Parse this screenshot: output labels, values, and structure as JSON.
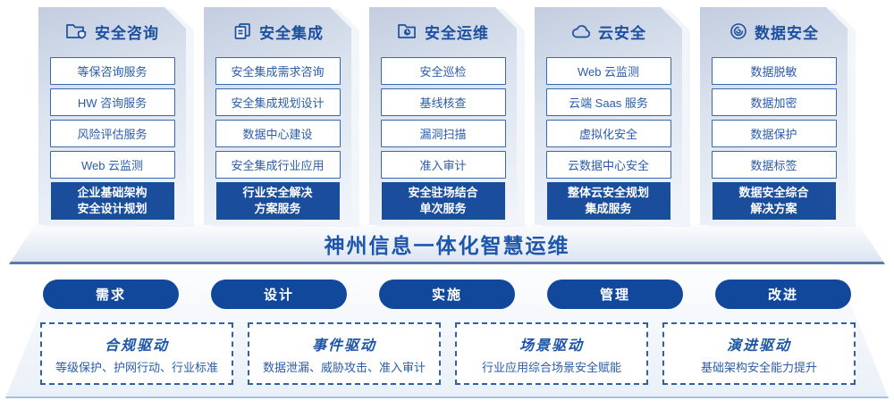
{
  "brand": {
    "accent_dark_blue": "#1a4e9d",
    "pill_blue": "#11489b",
    "border_blue": "#3767ae",
    "text_blue": "#2b5ca8",
    "title_blue": "#1d4f9f"
  },
  "columns": [
    {
      "title": "安全咨询",
      "icon": "folder-shield-icon",
      "items": [
        "等保咨询服务",
        "HW 咨询服务",
        "风险评估服务",
        "Web 云监测"
      ],
      "highlight": [
        "企业基础架构",
        "安全设计规划"
      ]
    },
    {
      "title": "安全集成",
      "icon": "documents-icon",
      "items": [
        "安全集成需求咨询",
        "安全集成规划设计",
        "数据中心建设",
        "安全集成行业应用"
      ],
      "highlight": [
        "行业安全解决",
        "方案服务"
      ]
    },
    {
      "title": "安全运维",
      "icon": "folder-clock-icon",
      "items": [
        "安全巡检",
        "基线核查",
        "漏洞扫描",
        "准入审计"
      ],
      "highlight": [
        "安全驻场结合",
        "单次服务"
      ]
    },
    {
      "title": "云安全",
      "icon": "cloud-icon",
      "items": [
        "Web 云监测",
        "云端 Saas 服务",
        "虚拟化安全",
        "云数据中心安全"
      ],
      "highlight": [
        "整体云安全规划",
        "集成服务"
      ]
    },
    {
      "title": "数据安全",
      "icon": "fingerprint-icon",
      "items": [
        "数据脱敏",
        "数据加密",
        "数据保护",
        "数据标签"
      ],
      "highlight": [
        "数据安全综合",
        "解决方案"
      ]
    }
  ],
  "banner": {
    "title": "神州信息一体化智慧运维"
  },
  "process": {
    "steps": [
      "需求",
      "设计",
      "实施",
      "管理",
      "改进"
    ]
  },
  "drivers": [
    {
      "title": "合规驱动",
      "desc": "等级保护、护网行动、行业标准"
    },
    {
      "title": "事件驱动",
      "desc": "数据泄漏、威胁攻击、准入审计"
    },
    {
      "title": "场景驱动",
      "desc": "行业应用综合场景安全赋能"
    },
    {
      "title": "演进驱动",
      "desc": "基础架构安全能力提升"
    }
  ]
}
